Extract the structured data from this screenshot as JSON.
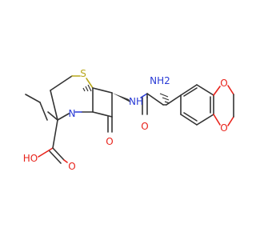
{
  "molecule": {
    "atoms": {
      "s": "S",
      "n_ring": "N",
      "nh_amide": "NH",
      "nh2": "NH2",
      "o_lactam": "O",
      "o_amide": "O",
      "o_acid_carbonyl": "O",
      "oh_acid": "HO",
      "o_dioxole_top": "O",
      "o_dioxole_bottom": "O"
    },
    "colors": {
      "bond": "#333333",
      "oxygen": "#e8221a",
      "nitrogen": "#2a3bd6",
      "sulfur": "#b9a81c"
    }
  }
}
